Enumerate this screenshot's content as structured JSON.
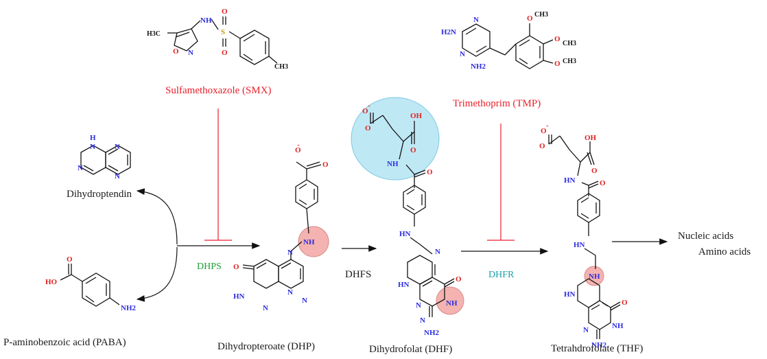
{
  "compounds": {
    "smx": {
      "name": "Sulfamethoxazole (SMX)",
      "atoms": {
        "methyl": "H3C",
        "nh": "NH",
        "s": "S",
        "o1": "O",
        "o2": "O",
        "ring_o": "O",
        "ring_n": "N",
        "ch3": "CH3"
      }
    },
    "tmp": {
      "name": "Trimethoprim (TMP)",
      "atoms": {
        "h2n": "H2N",
        "n1": "N",
        "n2": "N",
        "nh2": "NH2",
        "och3_1": "CH3",
        "o1": "O",
        "o2": "O",
        "och3_2": "CH3",
        "o3": "O",
        "och3_3": "CH3"
      }
    },
    "dihydropteridine": {
      "name": "Dihydroptendin",
      "atoms": {
        "h": "H",
        "n1": "N",
        "n2": "N",
        "n3": "N",
        "n4": "N"
      }
    },
    "paba": {
      "name": "P-aminobenzoic acid (PABA)",
      "atoms": {
        "o": "O",
        "ho": "HO",
        "nh2": "NH2"
      }
    },
    "dhp": {
      "name": "Dihydropteroate (DHP)",
      "atoms": {
        "o_minus": "O",
        "charge": "-",
        "o": "O",
        "nh": "NH",
        "n1": "N",
        "n2": "N",
        "o_keto": "O",
        "hn": "HN",
        "n3": "N",
        "n4": "N"
      }
    },
    "dhf": {
      "name": "Dihydrofolat (DHF)",
      "atoms": {
        "o_minus": "O",
        "charge": "-",
        "o1": "O",
        "oh": "OH",
        "o2": "O",
        "nh": "NH",
        "o3": "O",
        "hn": "HN",
        "n1": "N",
        "hn2": "HN",
        "n2": "N",
        "o_keto": "O",
        "n3": "N",
        "nh_ring": "NH",
        "nh2": "NH2"
      }
    },
    "thf": {
      "name": "Tetrahdrofolate (THF)",
      "atoms": {
        "o_minus": "O",
        "charge": "-",
        "o1": "O",
        "oh": "OH",
        "o2": "O",
        "hn": "HN",
        "o3": "O",
        "hn2": "HN",
        "nh": "NH",
        "hn3": "HN",
        "o_keto": "O",
        "n1": "N",
        "nh_ring": "NH",
        "nh2": "NH2"
      }
    }
  },
  "enzymes": {
    "dhps": "DHPS",
    "dhfs": "DHFS",
    "dhfr": "DHFR"
  },
  "products": {
    "line1": "Nucleic acids",
    "line2": "Amino acids"
  },
  "colors": {
    "inhibitor": "#e8202a",
    "dhps": "#1f9e33",
    "dhfs": "#1a1a1a",
    "dhfr": "#1ea0a8",
    "glutamate_highlight": "#bfe8f5",
    "site_highlight": "#f4b3b0"
  }
}
